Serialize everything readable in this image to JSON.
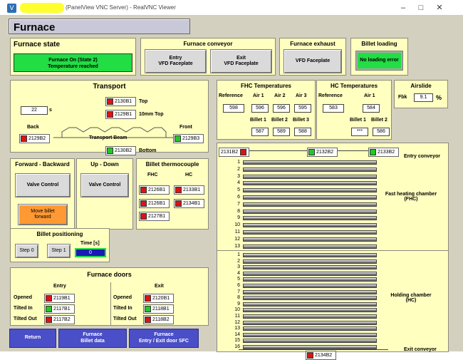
{
  "window": {
    "title": "(PanelView VNC Server) - RealVNC Viewer"
  },
  "header": {
    "title": "Furnace"
  },
  "state": {
    "title": "Furnace state",
    "line1": "Furnace On (State 2)",
    "line2": "Temperature reached"
  },
  "conveyor": {
    "title": "Furnace conveyor",
    "entry": "Entry\nVFD Faceplate",
    "exit": "Exit\nVFD Faceplate"
  },
  "exhaust": {
    "title": "Furnace exhaust",
    "button": "VFD Faceplate"
  },
  "loading": {
    "title": "Billet loading",
    "status": "No loading error"
  },
  "transport": {
    "title": "Transport",
    "timer": "22",
    "timer_unit": "s",
    "top_led": "2130B1",
    "top_label": "Top",
    "mm_led": "2129B1",
    "mm_label": "10mm Top",
    "back_label": "Back",
    "back_led": "2129B2",
    "front_label": "Front",
    "front_led": "2129B3",
    "beam_label": "Transport Beam",
    "bottom_led": "2130B2",
    "bottom_label": "Bottom"
  },
  "fwd": {
    "title": "Forward - Backward",
    "button": "Valve Control"
  },
  "updown": {
    "title": "Up - Down",
    "button": "Valve Control"
  },
  "thermo": {
    "title": "Billet thermocouple",
    "fhc": "FHC",
    "hc": "HC",
    "fhc_items": [
      "2126B1",
      "2126B1",
      "2127B1"
    ],
    "hc_items": [
      "2133B1",
      "2134B1"
    ]
  },
  "move_forward": "Move billet\nforward",
  "positioning": {
    "title": "Billet positioning",
    "step0": "Step 0",
    "step1": "Step 1",
    "time_label": "Time [s]",
    "time_value": "0"
  },
  "fhc_temp": {
    "title": "FHC Temperatures",
    "ref_label": "Reference",
    "ref_value": "598",
    "air_labels": [
      "Air 1",
      "Air 2",
      "Air 3"
    ],
    "air_values": [
      "596",
      "596",
      "595"
    ],
    "billet_labels": [
      "Billet 1",
      "Billet 2",
      "Billet 3"
    ],
    "billet_values": [
      "587",
      "589",
      "588"
    ]
  },
  "hc_temp": {
    "title": "HC Temperatures",
    "ref_label": "Reference",
    "ref_value": "583",
    "air_label": "Air 1",
    "air_value": "584",
    "billet_labels": [
      "Billet 1",
      "Billet 2"
    ],
    "billet_values": [
      "***",
      "586"
    ]
  },
  "airslide": {
    "title": "Airslide",
    "fbk_label": "Fbk",
    "value": "9.1",
    "unit": "%"
  },
  "chamber": {
    "entry_leds": [
      "2131B2",
      "2132B2",
      "2133B2"
    ],
    "entry_label": "Entry conveyor",
    "fhc_label": "Fast heating chamber\n(FHC)",
    "hc_label": "Holding chamber\n(HC)",
    "exit_label": "Exit conveyor",
    "exit_led": "2134B2",
    "fhc_rows": [
      "1",
      "2",
      "3",
      "4",
      "5",
      "6",
      "7",
      "8",
      "9",
      "10",
      "11",
      "12",
      "13"
    ],
    "hc_rows": [
      "1",
      "2",
      "3",
      "4",
      "5",
      "6",
      "7",
      "8",
      "9",
      "10",
      "11",
      "12",
      "13",
      "14",
      "15",
      "16"
    ]
  },
  "doors": {
    "title": "Furnace doors",
    "entry": "Entry",
    "exit": "Exit",
    "labels": [
      "Opened",
      "Tilted In",
      "Tilted Out"
    ],
    "entry_leds": [
      "2119B1",
      "2117B1",
      "2117B2"
    ],
    "exit_leds": [
      "2120B1",
      "2118B1",
      "2118B2"
    ]
  },
  "nav": {
    "return": "Return",
    "billet_data": "Furnace\nBillet data",
    "door_sfc": "Furnace\nEntry / Exit door SFC"
  },
  "colors": {
    "panel": "#ffffc0",
    "background": "#d4d0bf",
    "led_red": "#d81414",
    "led_green": "#26c626",
    "state_green": "#22dd44",
    "nav_blue": "#4a4ec7"
  }
}
